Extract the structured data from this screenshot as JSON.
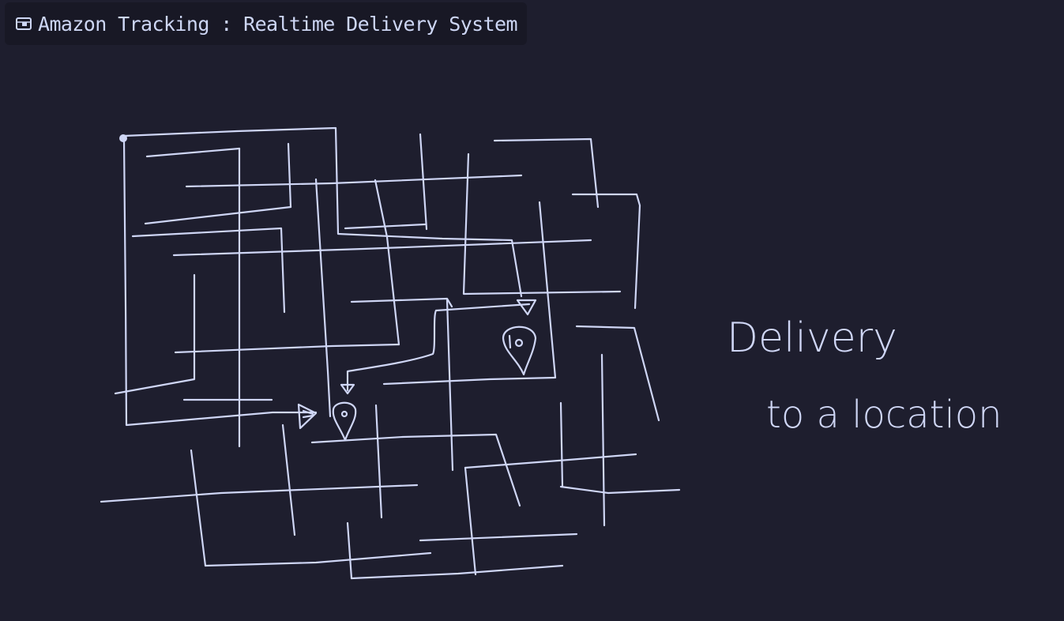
{
  "window": {
    "title": "Amazon Tracking : Realtime Delivery System",
    "icon": "notebook-icon"
  },
  "sketch": {
    "note_line1": "Delivery",
    "note_line2": "to a location"
  },
  "colors": {
    "background": "#1e1e2e",
    "title_bar": "#181825",
    "ink": "#cfd6f5"
  }
}
